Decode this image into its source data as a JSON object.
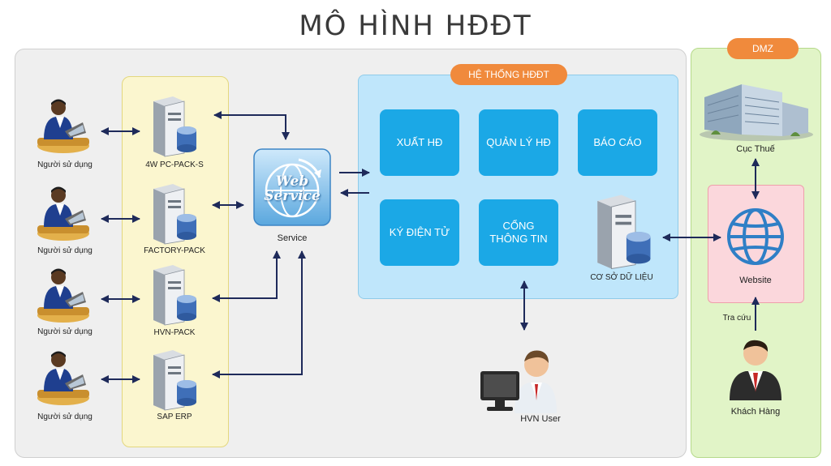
{
  "title": "MÔ HÌNH HĐĐT",
  "dmz_label": "DMZ",
  "system_label": "HỆ THỐNG HĐĐT",
  "users": [
    "Người sử dụng",
    "Người sử dụng",
    "Người sử dụng",
    "Người sử dụng"
  ],
  "servers": [
    "4W PC-PACK-S",
    "FACTORY-PACK",
    "HVN-PACK",
    "SAP ERP"
  ],
  "service": {
    "icon_line1": "Web",
    "icon_line2": "Service",
    "label": "Service"
  },
  "modules": {
    "xuat_hd": "XUẤT HĐ",
    "quan_ly_hd": "QUẢN LÝ HĐ",
    "bao_cao": "BÁO CÁO",
    "ky_dien_tu": "KÝ ĐIỆN TỬ",
    "cong_line1": "CỔNG",
    "cong_line2": "THÔNG TIN"
  },
  "database_label": "CƠ SỞ DỮ LIỆU",
  "hvn_user_label": "HVN User",
  "tax_office_label": "Cục Thuế",
  "website_label": "Website",
  "lookup_label": "Tra cứu",
  "customer_label": "Khách Hàng",
  "colors": {
    "tile_blue": "#1ba8e6",
    "pill_orange": "#f08a3c",
    "arrow": "#1e2a5a"
  }
}
